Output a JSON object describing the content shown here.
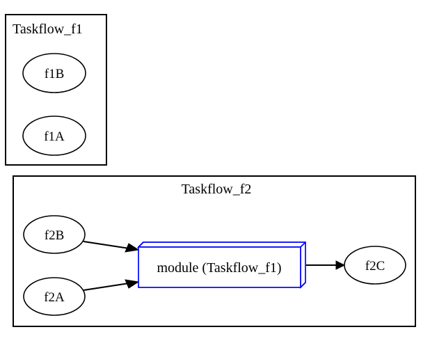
{
  "diagram": {
    "type": "graphviz-taskflow-graph",
    "background_color": "#ffffff",
    "clusters": [
      {
        "id": "cluster_f1",
        "label": "Taskflow_f1",
        "border_color": "#000000",
        "nodes": [
          "f1B",
          "f1A"
        ]
      },
      {
        "id": "cluster_f2",
        "label": "Taskflow_f2",
        "border_color": "#000000",
        "nodes": [
          "f2B",
          "f2A",
          "module (Taskflow_f1)",
          "f2C"
        ]
      }
    ],
    "nodes": [
      {
        "id": "f1B",
        "label": "f1B",
        "shape": "ellipse",
        "color": "#000000"
      },
      {
        "id": "f1A",
        "label": "f1A",
        "shape": "ellipse",
        "color": "#000000"
      },
      {
        "id": "f2B",
        "label": "f2B",
        "shape": "ellipse",
        "color": "#000000"
      },
      {
        "id": "f2A",
        "label": "f2A",
        "shape": "ellipse",
        "color": "#000000"
      },
      {
        "id": "module_f1",
        "label": "module (Taskflow_f1)",
        "shape": "box3d",
        "color": "#0000ff"
      },
      {
        "id": "f2C",
        "label": "f2C",
        "shape": "ellipse",
        "color": "#000000"
      }
    ],
    "edges": [
      {
        "from": "f2B",
        "to": "module_f1",
        "arrowhead": "normal",
        "color": "#000000"
      },
      {
        "from": "f2A",
        "to": "module_f1",
        "arrowhead": "normal",
        "color": "#000000"
      },
      {
        "from": "module_f1",
        "to": "f2C",
        "arrowhead": "normal",
        "color": "#000000"
      }
    ]
  },
  "labels": {
    "cluster_f1_title": "Taskflow_f1",
    "cluster_f2_title": "Taskflow_f2",
    "node_f1B": "f1B",
    "node_f1A": "f1A",
    "node_f2B": "f2B",
    "node_f2A": "f2A",
    "node_module": "module (Taskflow_f1)",
    "node_f2C": "f2C"
  }
}
